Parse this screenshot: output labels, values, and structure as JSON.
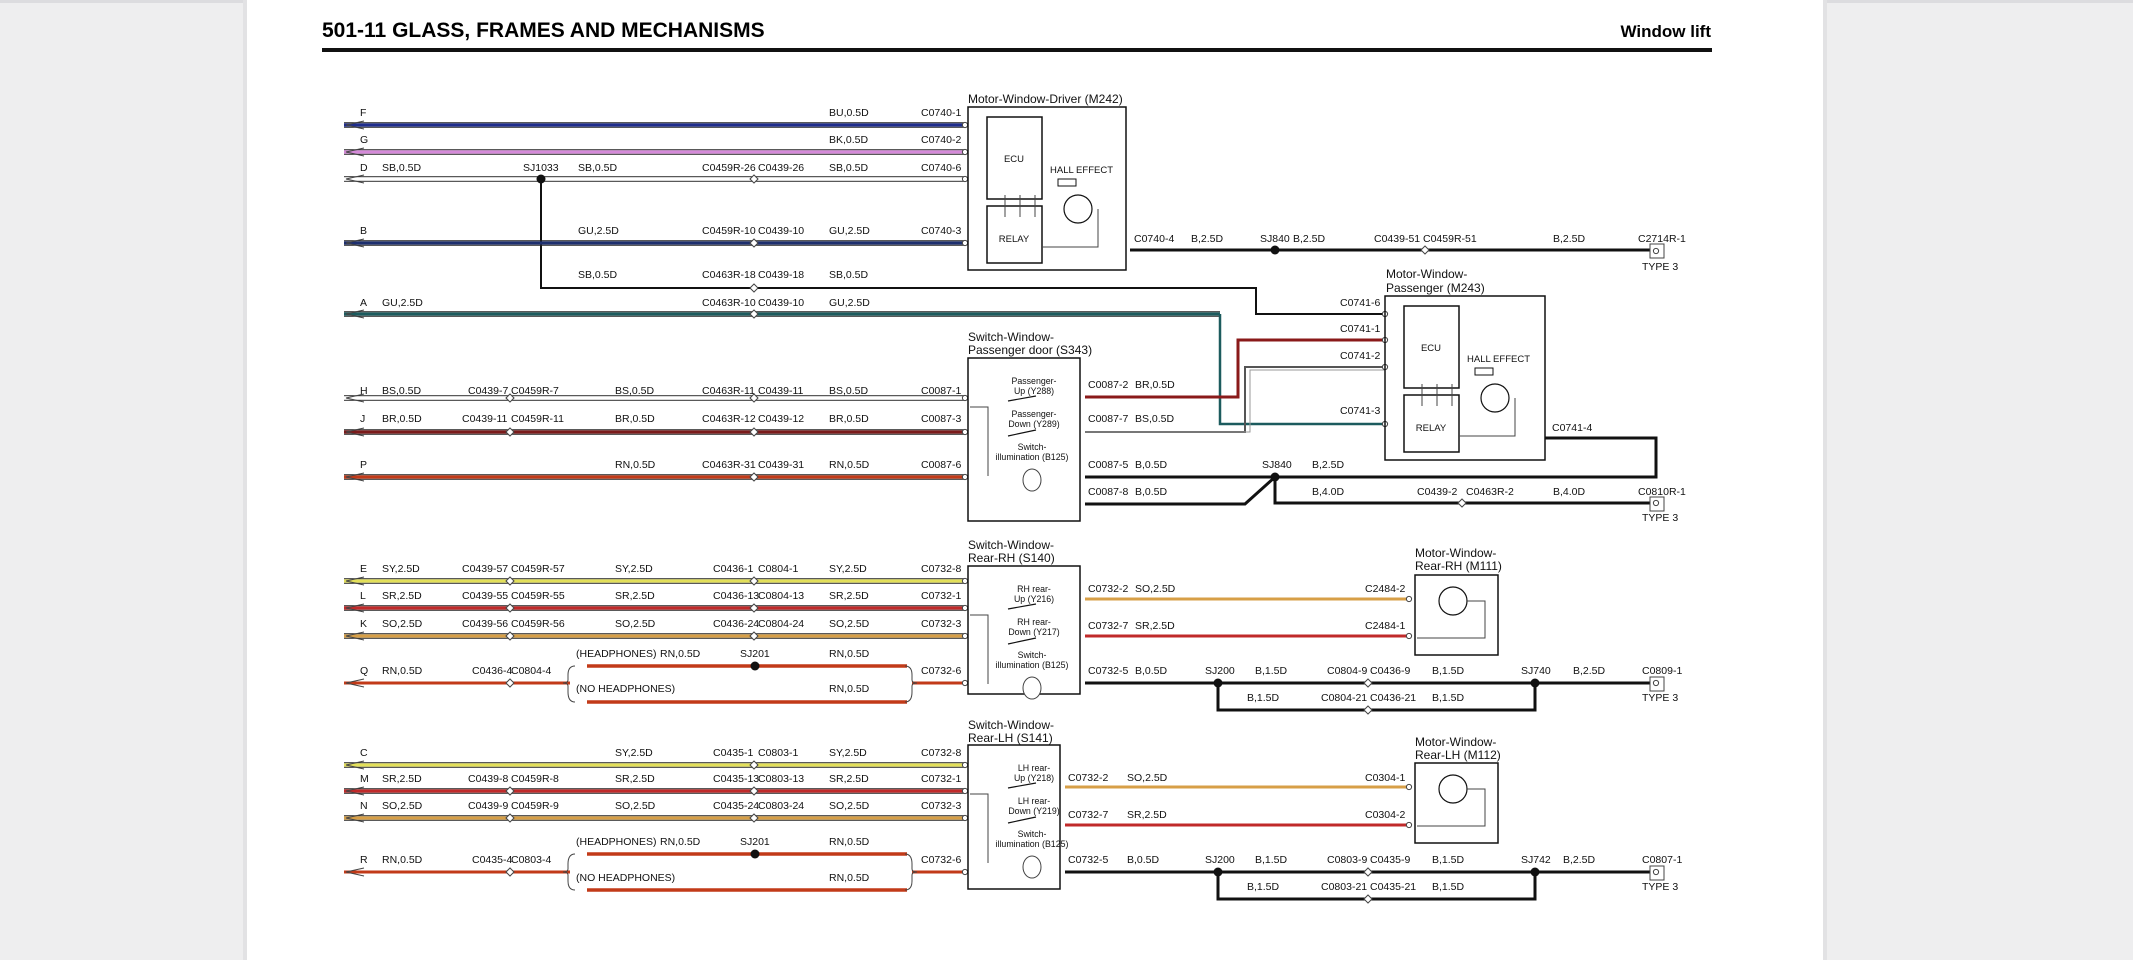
{
  "header": {
    "title": "501-11 GLASS, FRAMES AND MECHANISMS",
    "subtitle": "Window lift"
  },
  "colors": {
    "BU": "#1f2d8c",
    "BK": "#111111",
    "PK": "#d58ad9",
    "SB": "#111111",
    "GU": "#1d2f6e",
    "GN": "#1c5b5e",
    "BS": "#555555",
    "BR": "#7b1b1b",
    "RN": "#c23a18",
    "SY": "#e3e05a",
    "SR": "#c02a2a",
    "SO": "#d79f47",
    "DARKRED": "#8a1a1a"
  },
  "wires": [
    {
      "letter": "F",
      "spec": "BU,0.5D",
      "conn": "C0740-1"
    },
    {
      "letter": "G",
      "spec": "BK,0.5D",
      "conn": "C0740-2"
    },
    {
      "letter": "D",
      "spec": "SB,0.5D",
      "splice": "SJ1033",
      "spec2": "SB,0.5D",
      "inline": "C0459R-26",
      "inline2": "C0439-26",
      "spec3": "SB,0.5D",
      "conn": "C0740-6"
    },
    {
      "letter": "B",
      "spec": "GU,2.5D",
      "inline": "C0459R-10",
      "inline2": "C0439-10",
      "spec3": "GU,2.5D",
      "conn": "C0740-3"
    },
    {
      "spec": "SB,0.5D",
      "inline": "C0463R-18",
      "inline2": "C0439-18",
      "spec3": "SB,0.5D"
    },
    {
      "letter": "A",
      "spec": "GU,2.5D",
      "inline": "C0463R-10",
      "inline2": "C0439-10",
      "spec3": "GU,2.5D"
    },
    {
      "letter": "H",
      "spec": "BS,0.5D",
      "inlineA": "C0439-7",
      "inlineB": "C0459R-7",
      "spec2": "BS,0.5D",
      "inline": "C0463R-11",
      "inline2": "C0439-11",
      "spec3": "BS,0.5D",
      "conn": "C0087-1"
    },
    {
      "letter": "J",
      "spec": "BR,0.5D",
      "inlineA": "C0439-11",
      "inlineB": "C0459R-11",
      "spec2": "BR,0.5D",
      "inline": "C0463R-12",
      "inline2": "C0439-12",
      "spec3": "BR,0.5D",
      "conn": "C0087-3"
    },
    {
      "letter": "P",
      "spec2": "RN,0.5D",
      "inline": "C0463R-31",
      "inline2": "C0439-31",
      "spec3": "RN,0.5D",
      "conn": "C0087-6"
    },
    {
      "letter": "E",
      "spec": "SY,2.5D",
      "inlineA": "C0439-57",
      "inlineB": "C0459R-57",
      "spec2": "SY,2.5D",
      "inline": "C0436-1",
      "inline2": "C0804-1",
      "spec3": "SY,2.5D",
      "conn": "C0732-8"
    },
    {
      "letter": "L",
      "spec": "SR,2.5D",
      "inlineA": "C0439-55",
      "inlineB": "C0459R-55",
      "spec2": "SR,2.5D",
      "inline": "C0436-13",
      "inline2": "C0804-13",
      "spec3": "SR,2.5D",
      "conn": "C0732-1"
    },
    {
      "letter": "K",
      "spec": "SO,2.5D",
      "inlineA": "C0439-56",
      "inlineB": "C0459R-56",
      "spec2": "SO,2.5D",
      "inline": "C0436-24",
      "inline2": "C0804-24",
      "spec3": "SO,2.5D",
      "conn": "C0732-3"
    },
    {
      "letter": "Q",
      "spec": "RN,0.5D",
      "inlineA": "C0436-4",
      "inlineB": "C0804-4",
      "headphones": "(HEADPHONES)",
      "spec2": "RN,0.5D",
      "splice": "SJ201",
      "spec3": "RN,0.5D",
      "noheadphones": "(NO HEADPHONES)",
      "spec4": "RN,0.5D",
      "conn": "C0732-6"
    },
    {
      "letter": "C",
      "spec2": "SY,2.5D",
      "inline": "C0435-1",
      "inline2": "C0803-1",
      "spec3": "SY,2.5D",
      "conn": "C0732-8"
    },
    {
      "letter": "M",
      "spec": "SR,2.5D",
      "inlineA": "C0439-8",
      "inlineB": "C0459R-8",
      "spec2": "SR,2.5D",
      "inline": "C0435-13",
      "inline2": "C0803-13",
      "spec3": "SR,2.5D",
      "conn": "C0732-1"
    },
    {
      "letter": "N",
      "spec": "SO,2.5D",
      "inlineA": "C0439-9",
      "inlineB": "C0459R-9",
      "spec2": "SO,2.5D",
      "inline": "C0435-24",
      "inline2": "C0803-24",
      "spec3": "SO,2.5D",
      "conn": "C0732-3"
    },
    {
      "letter": "R",
      "spec": "RN,0.5D",
      "inlineA": "C0435-4",
      "inlineB": "C0803-4",
      "headphones": "(HEADPHONES)",
      "spec2": "RN,0.5D",
      "splice": "SJ201",
      "spec3": "RN,0.5D",
      "noheadphones": "(NO HEADPHONES)",
      "spec4": "RN,0.5D",
      "conn": "C0732-6"
    }
  ],
  "components": {
    "m242": {
      "title": "Motor-Window-Driver (M242)",
      "ecu": "ECU",
      "hall": "HALL EFFECT",
      "relay": "RELAY"
    },
    "m243": {
      "title1": "Motor-Window-",
      "title2": "Passenger (M243)",
      "ecu": "ECU",
      "hall": "HALL EFFECT",
      "relay": "RELAY"
    },
    "s343": {
      "title1": "Switch-Window-",
      "title2": "Passenger door (S343)",
      "up1": "Passenger-",
      "up2": "Up (Y288)",
      "down1": "Passenger-",
      "down2": "Down (Y289)",
      "ill1": "Switch-",
      "ill2": "illumination (B125)"
    },
    "s140": {
      "title1": "Switch-Window-",
      "title2": "Rear-RH (S140)",
      "up1": "RH rear-",
      "up2": "Up (Y216)",
      "down1": "RH rear-",
      "down2": "Down (Y217)",
      "ill1": "Switch-",
      "ill2": "illumination (B125)"
    },
    "s141": {
      "title1": "Switch-Window-",
      "title2": "Rear-LH (S141)",
      "up1": "LH rear-",
      "up2": "Up (Y218)",
      "down1": "LH rear-",
      "down2": "Down (Y219)",
      "ill1": "Switch-",
      "ill2": "illumination (B125)"
    },
    "m111": {
      "title1": "Motor-Window-",
      "title2": "Rear-RH (M111)"
    },
    "m112": {
      "title1": "Motor-Window-",
      "title2": "Rear-LH (M112)"
    }
  },
  "right_side": {
    "m242_ground": [
      "C0740-4",
      "B,2.5D",
      "SJ840",
      "B,2.5D",
      "C0439-51",
      "C0459R-51",
      "B,2.5D",
      "C2714R-1",
      "TYPE 3"
    ],
    "m243_pins": [
      "C0741-6",
      "C0741-1",
      "C0741-2",
      "C0741-3",
      "C0741-4"
    ],
    "s343_out": [
      "C0087-2",
      "BR,0.5D",
      "C0087-7",
      "BS,0.5D",
      "C0087-5",
      "B,0.5D",
      "SJ840",
      "B,2.5D",
      "C0087-8",
      "B,0.5D",
      "B,4.0D",
      "C0439-2",
      "C0463R-2",
      "B,4.0D",
      "C0810R-1",
      "TYPE 3"
    ],
    "s140_out": [
      "C0732-2",
      "SO,2.5D",
      "C2484-2",
      "C0732-7",
      "SR,2.5D",
      "C2484-1",
      "C0732-5",
      "B,0.5D",
      "SJ200",
      "B,1.5D",
      "C0804-9",
      "C0436-9",
      "B,1.5D",
      "SJ740",
      "B,2.5D",
      "C0809-1",
      "TYPE 3",
      "B,1.5D",
      "C0804-21",
      "C0436-21",
      "B,1.5D"
    ],
    "s141_out": [
      "C0732-2",
      "SO,2.5D",
      "C0304-1",
      "C0732-7",
      "SR,2.5D",
      "C0304-2",
      "C0732-5",
      "B,0.5D",
      "SJ200",
      "B,1.5D",
      "C0803-9",
      "C0435-9",
      "B,1.5D",
      "SJ742",
      "B,2.5D",
      "C0807-1",
      "TYPE 3",
      "B,1.5D",
      "C0803-21",
      "C0435-21",
      "B,1.5D"
    ]
  }
}
